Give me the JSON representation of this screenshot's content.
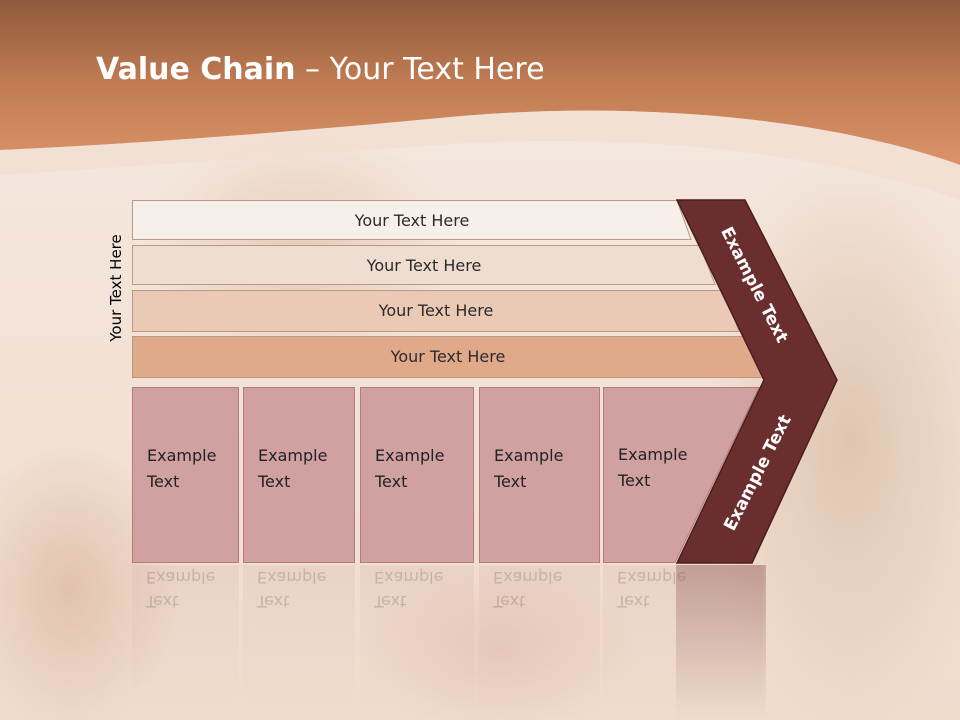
{
  "slide": {
    "title_bold": "Value Chain",
    "title_rest": " – Your Text Here",
    "vertical_label": "Your Text Here"
  },
  "bars": [
    {
      "text": "Your Text Here",
      "color": "#f7efea"
    },
    {
      "text": "Your Text Here",
      "color": "#f0ddd1"
    },
    {
      "text": "Your Text Here",
      "color": "#ebcab5"
    },
    {
      "text": "Your Text Here",
      "color": "#e0a98a"
    }
  ],
  "columns": [
    {
      "line1": "Example",
      "line2": "Text"
    },
    {
      "line1": "Example",
      "line2": "Text"
    },
    {
      "line1": "Example",
      "line2": "Text"
    },
    {
      "line1": "Example",
      "line2": "Text"
    },
    {
      "line1": "Example",
      "line2": "Text"
    }
  ],
  "chevron": {
    "top_text": "Example Text",
    "bottom_text": "Example Text",
    "color": "#6b2e2e"
  },
  "colors": {
    "header": "#c9825a",
    "column": "#d1a1a1"
  }
}
